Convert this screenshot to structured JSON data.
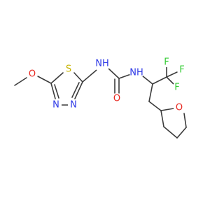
{
  "molecule": {
    "atoms": {
      "o_methoxy": "O",
      "s_ring": "S",
      "n_ring_1": "N",
      "n_ring_2": "N",
      "nh_left": "NH",
      "nh_right": "NH",
      "o_carbonyl": "O",
      "f_1": "F",
      "f_2": "F",
      "f_3": "F",
      "o_thf": "O"
    },
    "colors": {
      "bond": "#3c3c3c",
      "nitrogen": "#2d38e6",
      "oxygen": "#e8271f",
      "sulfur": "#c7b400",
      "fluorine": "#33cc33"
    }
  }
}
